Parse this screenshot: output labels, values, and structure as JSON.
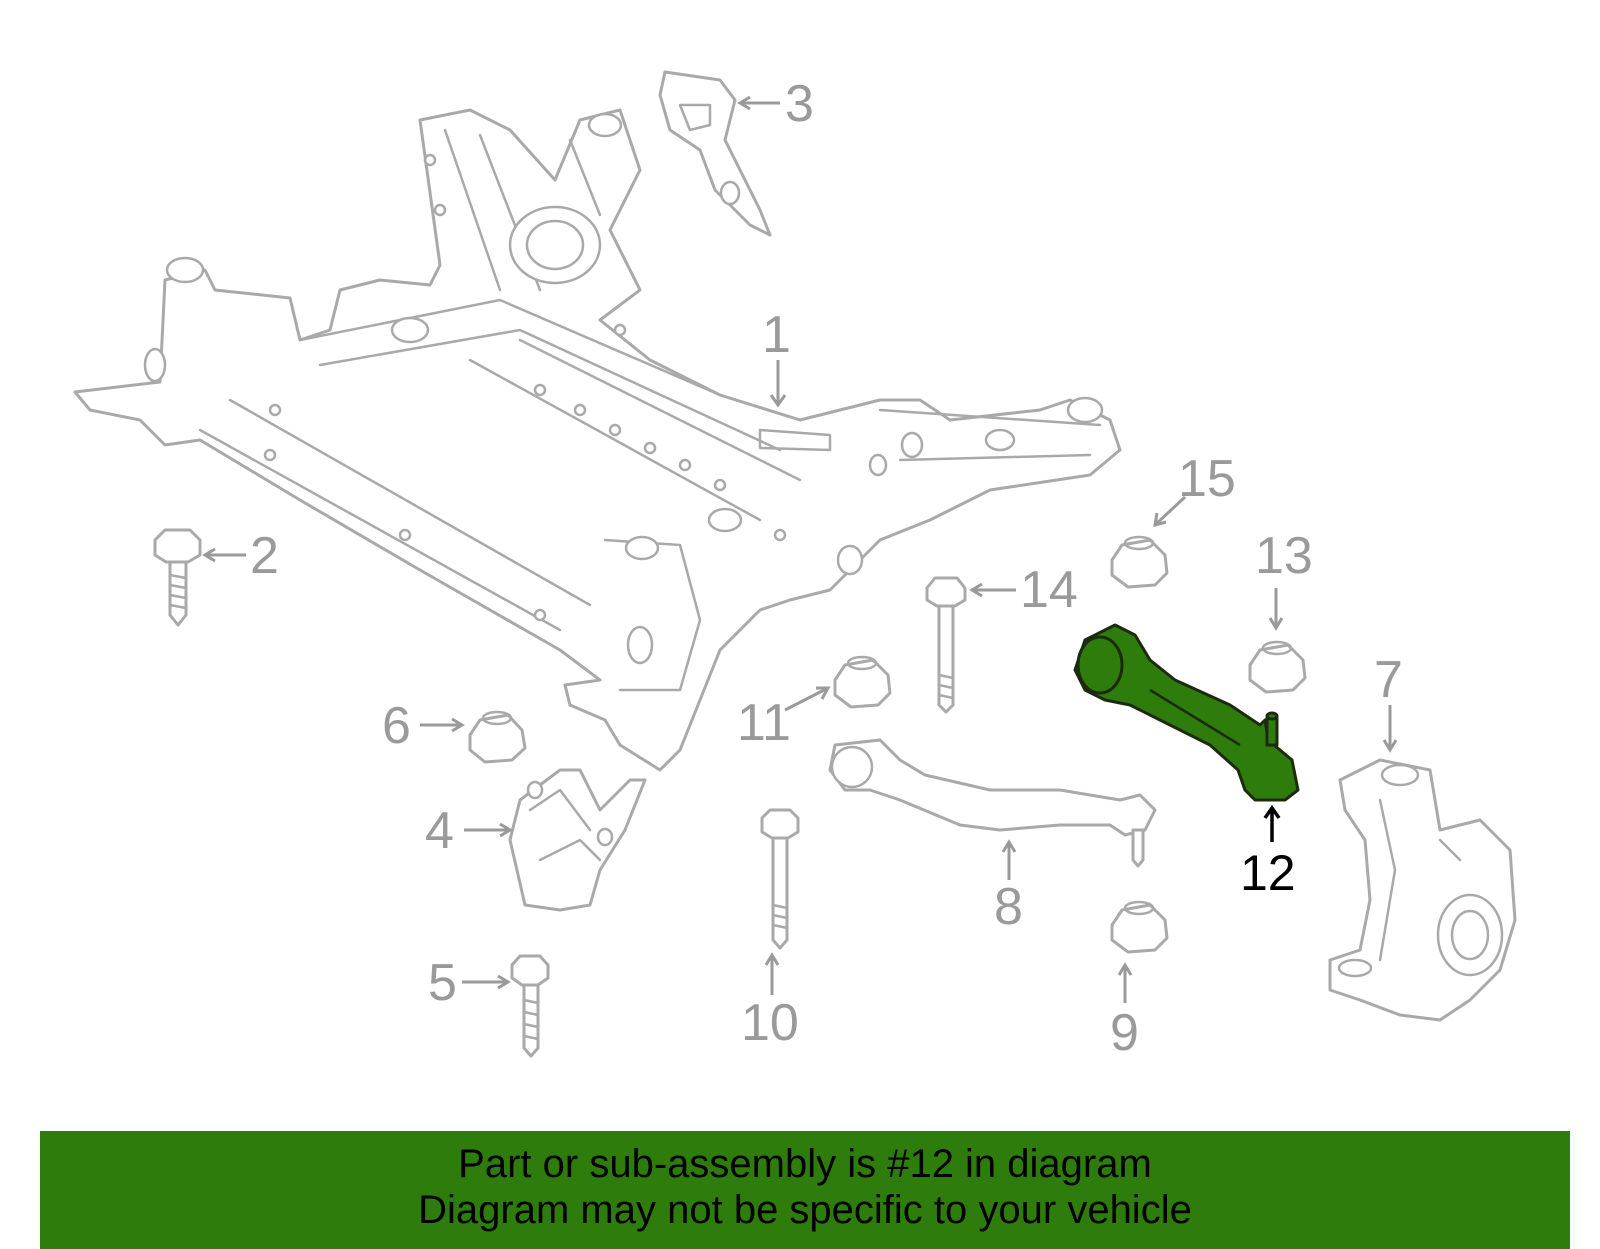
{
  "colors": {
    "highlight": "#2e7d0c",
    "outline": "#a9a9a9",
    "banner_bg": "#2e7d0c",
    "banner_text": "#000000"
  },
  "callouts": [
    {
      "id": "1",
      "label": "1"
    },
    {
      "id": "2",
      "label": "2"
    },
    {
      "id": "3",
      "label": "3"
    },
    {
      "id": "4",
      "label": "4"
    },
    {
      "id": "5",
      "label": "5"
    },
    {
      "id": "6",
      "label": "6"
    },
    {
      "id": "7",
      "label": "7"
    },
    {
      "id": "8",
      "label": "8"
    },
    {
      "id": "9",
      "label": "9"
    },
    {
      "id": "10",
      "label": "10"
    },
    {
      "id": "11",
      "label": "11"
    },
    {
      "id": "12",
      "label": "12",
      "highlighted": true
    },
    {
      "id": "13",
      "label": "13"
    },
    {
      "id": "14",
      "label": "14"
    },
    {
      "id": "15",
      "label": "15"
    }
  ],
  "banner": {
    "line1": "Part or sub-assembly is #12 in diagram",
    "line2": "Diagram may not be specific to your vehicle"
  }
}
